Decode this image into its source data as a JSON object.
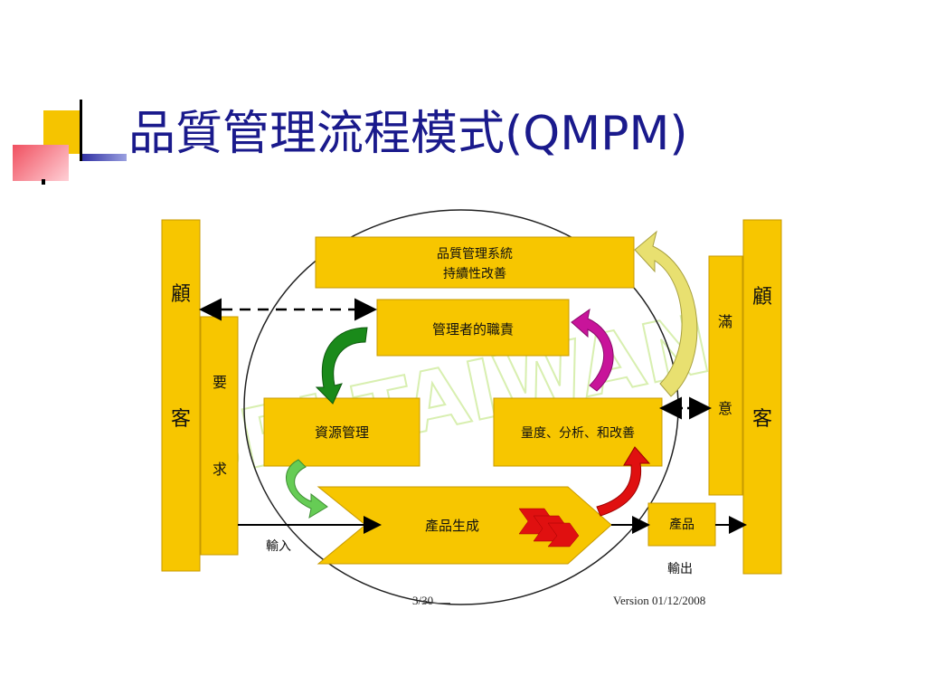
{
  "slide": {
    "title": "品質管理流程模式(QMPM)"
  },
  "diagram": {
    "customer_left": [
      "顧",
      "客"
    ],
    "requirements": [
      "要",
      "求"
    ],
    "customer_right": [
      "顧",
      "客"
    ],
    "satisfaction": [
      "滿",
      "意"
    ],
    "qms_line1": "品質管理系統",
    "qms_line2": "持續性改善",
    "management": "管理者的職責",
    "resource": "資源管理",
    "measurement": "量度、分析、和改善",
    "realization": "產品生成",
    "product": "產品",
    "input": "輸入",
    "output": "輸出",
    "watermark": "SPI TAIWAN",
    "page_number": "3/30",
    "version": "Version 01/12/2008"
  },
  "colors": {
    "box_fill": "#f7c600",
    "box_stroke": "#c79a00",
    "title": "#1a1a8c",
    "accent_yellow": "#f5c400",
    "accent_red": "#e8404a",
    "accent_blue": "#2b2ba0",
    "arrow_green_dark": "#1a8a1a",
    "arrow_magenta": "#c8149a",
    "arrow_light_green": "#66cc55",
    "arrow_red": "#e01010",
    "arrow_pale_yellow": "#e8e070"
  }
}
